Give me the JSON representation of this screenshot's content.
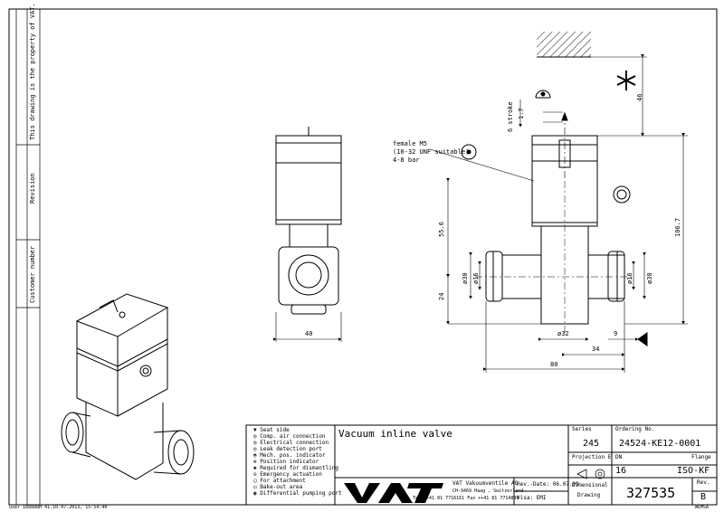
{
  "sidebar": {
    "property_notice": "This drawing is the property of VAT.",
    "revision_label": "Revision",
    "customer_number_label": "Customer number",
    "footer_user": "user 188888H 41.10.07.2013, 15:54:40"
  },
  "annotations": {
    "female_port": [
      "female M5",
      "(10-32 UNF suitable)",
      "4-8 bar"
    ],
    "stroke": "6 stroke",
    "dim_1_7": "1.7",
    "dim_46": "46",
    "dim_55_6": "55.6",
    "dim_106_7": "106.7",
    "dim_24": "24",
    "dim_30_left": "ø30",
    "dim_16_left": "ø16",
    "dim_16_right": "ø16",
    "dim_30_right": "ø30",
    "dim_32": "ø32",
    "dim_9": "9",
    "dim_34": "34",
    "dim_80": "80",
    "dim_40": "40"
  },
  "legend": [
    {
      "symbol": "▼",
      "text": "Seat side"
    },
    {
      "symbol": "◎",
      "text": "Comp. air connection"
    },
    {
      "symbol": "◎",
      "text": "Electrical connection"
    },
    {
      "symbol": "◎",
      "text": "Leak detection port"
    },
    {
      "symbol": "◓",
      "text": "Mech. pos. indicator"
    },
    {
      "symbol": "⊕",
      "text": "Position indicator"
    },
    {
      "symbol": "✱",
      "text": "Required for dismantling"
    },
    {
      "symbol": "⊖",
      "text": "Emergency actuation"
    },
    {
      "symbol": "◯",
      "text": "For attachment"
    },
    {
      "symbol": "◻",
      "text": "Bake-out area"
    },
    {
      "symbol": "◉",
      "text": "Differential pumping port"
    }
  ],
  "title_block": {
    "title": "Vacuum inline valve",
    "series_label": "Series",
    "series_value": "245",
    "ordering_label": "Ordering No.",
    "ordering_value": "24524-KE12-0001",
    "projection_label": "Projection E",
    "dn_label": "DN",
    "dn_value": "16",
    "flange_label": "Flange",
    "flange_value": "ISO-KF",
    "company": "VAT Vakuumventile AG",
    "address": "CH-9469 Haag , Switzerland",
    "phone": "Tel ++41 81 7716161 Fax ++41 81 7714830",
    "rev_date_label": "Rev.-Date:",
    "rev_date_value": "06.07.09",
    "visa_label": "Visa:",
    "visa_value": "EMI",
    "dimensional": "Dimensional",
    "drawing": "Drawing",
    "drawing_number": "327535",
    "rev_label": "Rev.",
    "rev_value": "B",
    "logo": "VAT",
    "bottom_tag": "WEMSA"
  }
}
